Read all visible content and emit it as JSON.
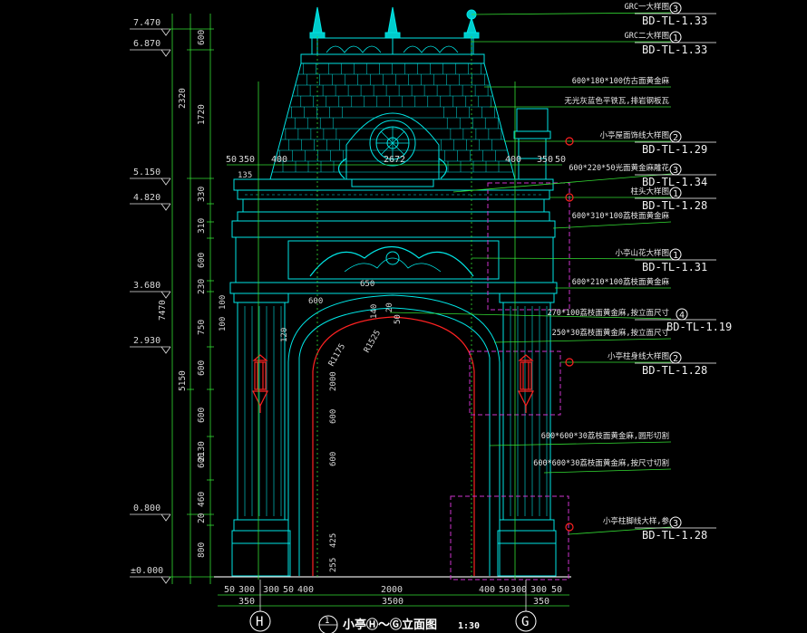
{
  "levels": [
    "7.470",
    "6.870",
    "5.150",
    "4.820",
    "3.680",
    "2.930",
    "0.800",
    "±0.000"
  ],
  "left_dims_inner": [
    "600",
    "1720",
    "330",
    "310",
    "600",
    "230",
    "750",
    "600",
    "600",
    "600",
    "460",
    "20",
    "800"
  ],
  "left_dims_outer": [
    "2320",
    "7470",
    "5150",
    "2130"
  ],
  "top_dims": [
    "50",
    "350",
    "400",
    "2672",
    "400",
    "350",
    "50"
  ],
  "bottom_dims_row1": [
    "50",
    "300",
    "300",
    "50",
    "400",
    "2000",
    "400",
    "50",
    "300",
    "300",
    "50"
  ],
  "bottom_dims_row2": [
    "350",
    "3500",
    "350"
  ],
  "inner_dims": [
    "600",
    "650",
    "140",
    "20",
    "50",
    "R1525",
    "R1175",
    "120",
    "100",
    "100",
    "2000",
    "600",
    "600",
    "425",
    "255",
    "135"
  ],
  "annotations": [
    {
      "note": "GRC一大样图",
      "ref_num": "3",
      "ref_code": "BD-TL-1.33"
    },
    {
      "note": "GRC二大样图",
      "ref_num": "1",
      "ref_code": "BD-TL-1.33"
    },
    {
      "note": "600*180*100仿古面黄金麻",
      "ref_num": "",
      "ref_code": ""
    },
    {
      "note": "无光灰蓝色平铁瓦,排岩钢板瓦",
      "ref_num": "",
      "ref_code": ""
    },
    {
      "note": "小亭屋面饰线大样图",
      "ref_num": "2",
      "ref_code": "BD-TL-1.29"
    },
    {
      "note": "600*220*50光面黄金麻雕花",
      "ref_num": "3",
      "ref_code": "BD-TL-1.34"
    },
    {
      "note": "柱头大样图",
      "ref_num": "1",
      "ref_code": "BD-TL-1.28"
    },
    {
      "note": "600*310*100荔枝面黄金麻",
      "ref_num": "",
      "ref_code": ""
    },
    {
      "note": "小亭山花大样图",
      "ref_num": "1",
      "ref_code": "BD-TL-1.31"
    },
    {
      "note": "600*210*100荔枝面黄金麻",
      "ref_num": "",
      "ref_code": ""
    },
    {
      "note": "270*100荔枝面黄金麻,按立面尺寸",
      "ref_num": "4",
      "ref_code": "BD-TL-1.19"
    },
    {
      "note": "250*30荔枝面黄金麻,按立面尺寸",
      "ref_num": "",
      "ref_code": ""
    },
    {
      "note": "小亭柱身线大样图",
      "ref_num": "2",
      "ref_code": "BD-TL-1.28"
    },
    {
      "note": "600*600*30荔枝面黄金麻,圆形切割",
      "ref_num": "",
      "ref_code": ""
    },
    {
      "note": "600*600*30荔枝面黄金麻,按尺寸切割",
      "ref_num": "",
      "ref_code": ""
    },
    {
      "note": "小亭柱脚线大样,参",
      "ref_num": "3",
      "ref_code": "BD-TL-1.28"
    }
  ],
  "title": {
    "circle_num": "1",
    "text": "小亭Ⓗ～Ⓖ立面图",
    "scale": "1:30"
  },
  "axes": [
    "H",
    "G"
  ],
  "colors": {
    "bg": "#000000",
    "building": "#00e5e5",
    "dim": "#33dd33",
    "leader": "#33dd33",
    "red": "#ff2222",
    "magenta": "#cc33cc",
    "white": "#ffffff",
    "text": "#d8d8d8"
  }
}
